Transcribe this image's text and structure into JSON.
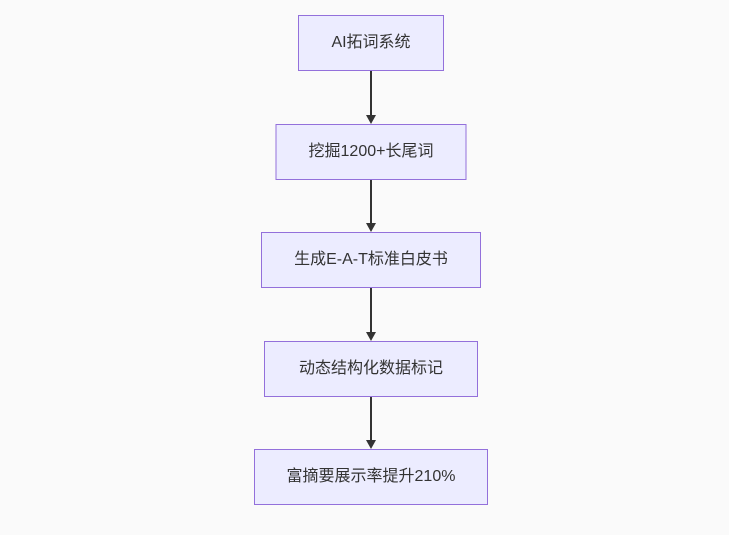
{
  "diagram": {
    "type": "flowchart",
    "direction": "top-down",
    "nodes": [
      {
        "id": "ai-expansion",
        "label": "AI拓词系统"
      },
      {
        "id": "longtail-mining",
        "label": "挖掘1200+长尾词"
      },
      {
        "id": "eat-whitepaper",
        "label": "生成E-A-T标准白皮书"
      },
      {
        "id": "structured-data",
        "label": "动态结构化数据标记"
      },
      {
        "id": "rich-snippet",
        "label": "富摘要展示率提升210%"
      }
    ],
    "edges": [
      {
        "from": "ai-expansion",
        "to": "longtail-mining"
      },
      {
        "from": "longtail-mining",
        "to": "eat-whitepaper"
      },
      {
        "from": "eat-whitepaper",
        "to": "structured-data"
      },
      {
        "from": "structured-data",
        "to": "rich-snippet"
      }
    ],
    "colors": {
      "node_fill": "#ECECFF",
      "node_border": "#9370DB",
      "edge": "#333333",
      "text": "#333333",
      "background": "#fafafa"
    }
  }
}
